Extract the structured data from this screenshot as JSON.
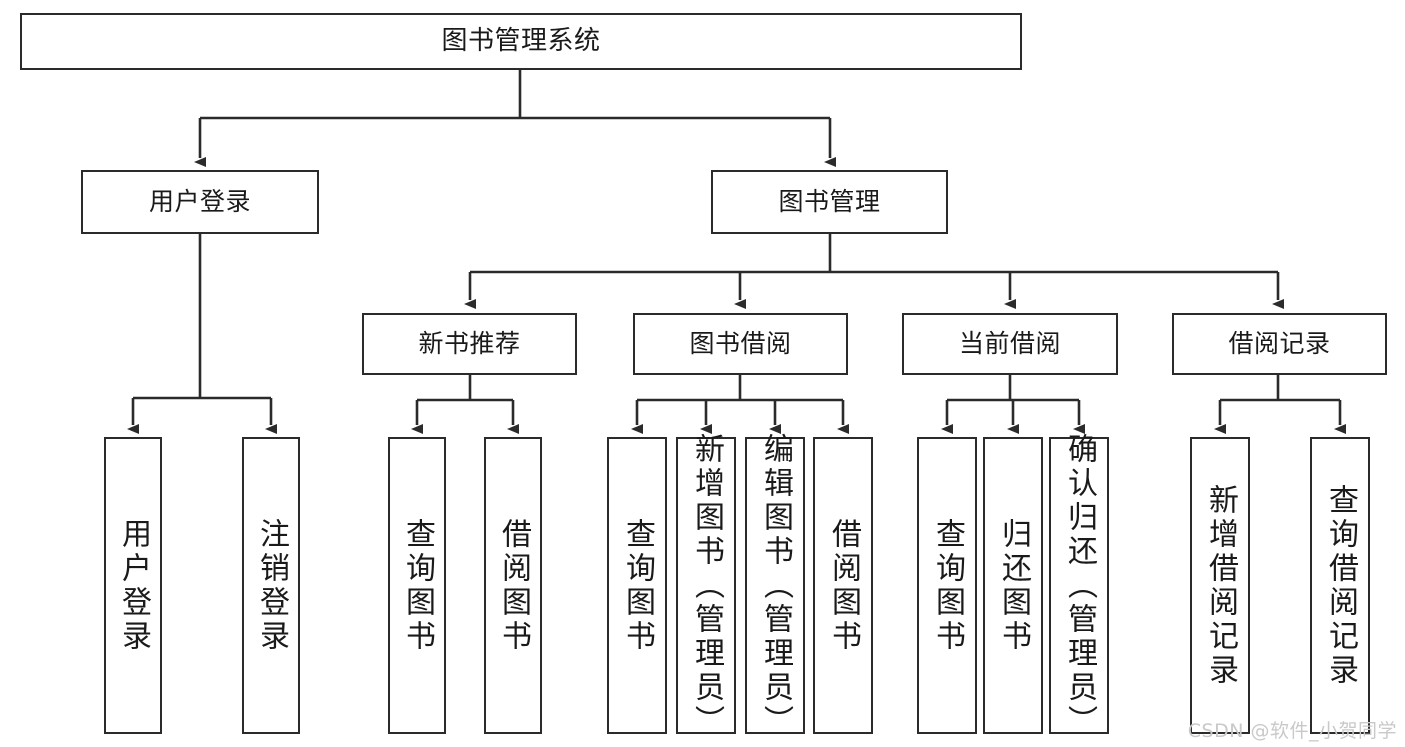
{
  "diagram": {
    "type": "tree-hierarchy-chart",
    "title": "图书管理系统",
    "line_color": "#2b2b2b",
    "box_fill": "#ffffff",
    "root": {
      "id": "root",
      "label": "图书管理系统"
    },
    "level1": [
      {
        "id": "user-login",
        "label": "用户登录"
      },
      {
        "id": "book-manage",
        "label": "图书管理"
      }
    ],
    "level2": [
      {
        "id": "new-book-recommend",
        "label": "新书推荐"
      },
      {
        "id": "book-borrow",
        "label": "图书借阅"
      },
      {
        "id": "current-borrow",
        "label": "当前借阅"
      },
      {
        "id": "borrow-record",
        "label": "借阅记录"
      }
    ],
    "leaves": {
      "user_login": [
        {
          "id": "leaf-user-login",
          "label": "用户登录"
        },
        {
          "id": "leaf-logout",
          "label": "注销登录"
        }
      ],
      "new_book_recommend": [
        {
          "id": "leaf-query-book-1",
          "label": "查询图书"
        },
        {
          "id": "leaf-borrow-book-1",
          "label": "借阅图书"
        }
      ],
      "book_borrow": [
        {
          "id": "leaf-query-book-2",
          "label": "查询图书"
        },
        {
          "id": "leaf-add-book",
          "label": "新增图书（管理员）"
        },
        {
          "id": "leaf-edit-book",
          "label": "编辑图书（管理员）"
        },
        {
          "id": "leaf-borrow-book-2",
          "label": "借阅图书"
        }
      ],
      "current_borrow": [
        {
          "id": "leaf-query-book-3",
          "label": "查询图书"
        },
        {
          "id": "leaf-return-book",
          "label": "归还图书"
        },
        {
          "id": "leaf-confirm-return",
          "label": "确认归还（管理员）"
        }
      ],
      "borrow_record": [
        {
          "id": "leaf-add-record",
          "label": "新增借阅记录"
        },
        {
          "id": "leaf-query-record",
          "label": "查询借阅记录"
        }
      ]
    }
  },
  "watermark": {
    "text": "CSDN @软件_小贺同学"
  }
}
